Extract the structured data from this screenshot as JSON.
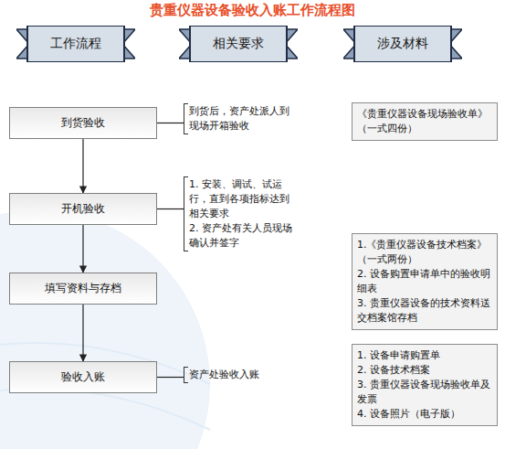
{
  "diagram": {
    "title": "贵重仪器设备验收入账工作流程图",
    "nodes": [
      {
        "text": [
          "工作流程"
        ]
      },
      {
        "text": [
          "相关要求"
        ]
      },
      {
        "text": [
          "涉及材料"
        ]
      },
      {
        "text": [
          "到货验收"
        ]
      },
      {
        "text": [
          "到货后，资产处派人到现场开箱验收"
        ]
      },
      {
        "text": [
          "《贵重仪器设备现场验收单》（一式四份）"
        ]
      },
      {
        "text": [
          "开机验收"
        ]
      },
      {
        "text": [
          "1. 安装、调试、试运行，直到各项指标达到相关要求",
          "2. 资产处有关人员现场确认并签字"
        ]
      },
      {
        "text": [
          "填写资料与存档"
        ]
      },
      {
        "text": [
          "1.《贵重仪器设备技术档案》（一式两份）",
          "2. 设备购置申请单中的验收明细表",
          "3. 贵重仪器设备的技术资料送交档案馆存档"
        ]
      },
      {
        "text": [
          "验收入账"
        ]
      },
      {
        "text": [
          "资产处验收入账"
        ]
      },
      {
        "text": [
          "1. 设备申请购置单",
          "2. 设备技术档案",
          "3. 贵重仪器设备现场验收单及发票",
          "4. 设备照片（电子版）"
        ]
      }
    ],
    "edges": [
      {
        "from": 3,
        "to": 6,
        "arrow": "to"
      },
      {
        "from": 6,
        "to": 8,
        "arrow": "to"
      },
      {
        "from": 8,
        "to": 10,
        "arrow": "to"
      },
      {
        "from": 3,
        "to": 4,
        "arrow": "none"
      },
      {
        "from": 6,
        "to": 7,
        "arrow": "none"
      },
      {
        "from": 10,
        "to": 11,
        "arrow": "none"
      }
    ]
  }
}
